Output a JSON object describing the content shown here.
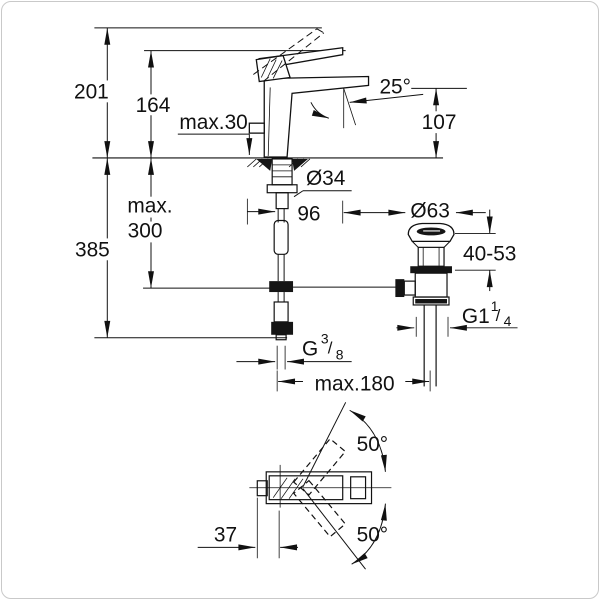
{
  "card": {
    "border_color": "#c9c9c9",
    "background": "#ffffff"
  },
  "drawing": {
    "ink_color": "#111111",
    "front_view": {
      "overall_height": "201",
      "height_to_lever": "164",
      "max_deck_thickness": "max.30",
      "spout_height": "107",
      "spray_angle": "25°",
      "mounting_hole_diameter": "Ø34",
      "spout_projection": "96",
      "waste_flange_diameter": "Ø63",
      "basin_clamp_range": "40-53",
      "hose_length_max_word": "max.",
      "hose_length_max_value": "300",
      "overall_depth_below_deck": "385",
      "max_center_distance": "max.180",
      "supply_thread": {
        "base": "G",
        "numerator": "3",
        "slash": "/",
        "denominator": "8"
      },
      "waste_thread": {
        "base": "G1",
        "numerator": "1",
        "slash": "/",
        "denominator": "4"
      }
    },
    "top_view": {
      "lever_swing_up": "50°",
      "lever_swing_down": "50°",
      "lever_offset": "37"
    }
  }
}
